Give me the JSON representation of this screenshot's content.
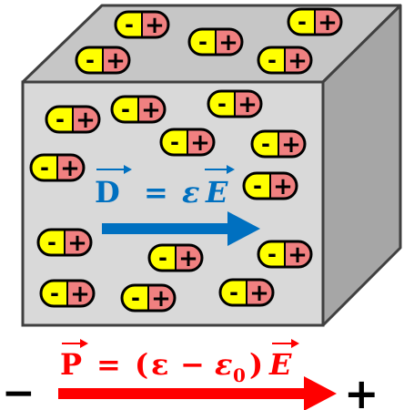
{
  "dipole": {
    "negative_label": "-",
    "positive_label": "+",
    "negative_color": "#ffff00",
    "positive_color": "#f08080"
  },
  "block": {
    "front_color": "#d9d9d9",
    "top_color": "#c6c6c6",
    "side_color": "#a6a6a6"
  },
  "d_field": {
    "D": "D",
    "equals": "=",
    "eps": "ε",
    "E": "E",
    "color": "#0070c0"
  },
  "polarization": {
    "P": "P",
    "equals": "=",
    "open_paren": "(",
    "eps": "ε",
    "minus": "−",
    "eps0": "ε",
    "zero": "0",
    "close_paren": ")",
    "E": "E",
    "color": "#ff0000"
  },
  "terminals": {
    "negative": "−",
    "positive": "+"
  }
}
